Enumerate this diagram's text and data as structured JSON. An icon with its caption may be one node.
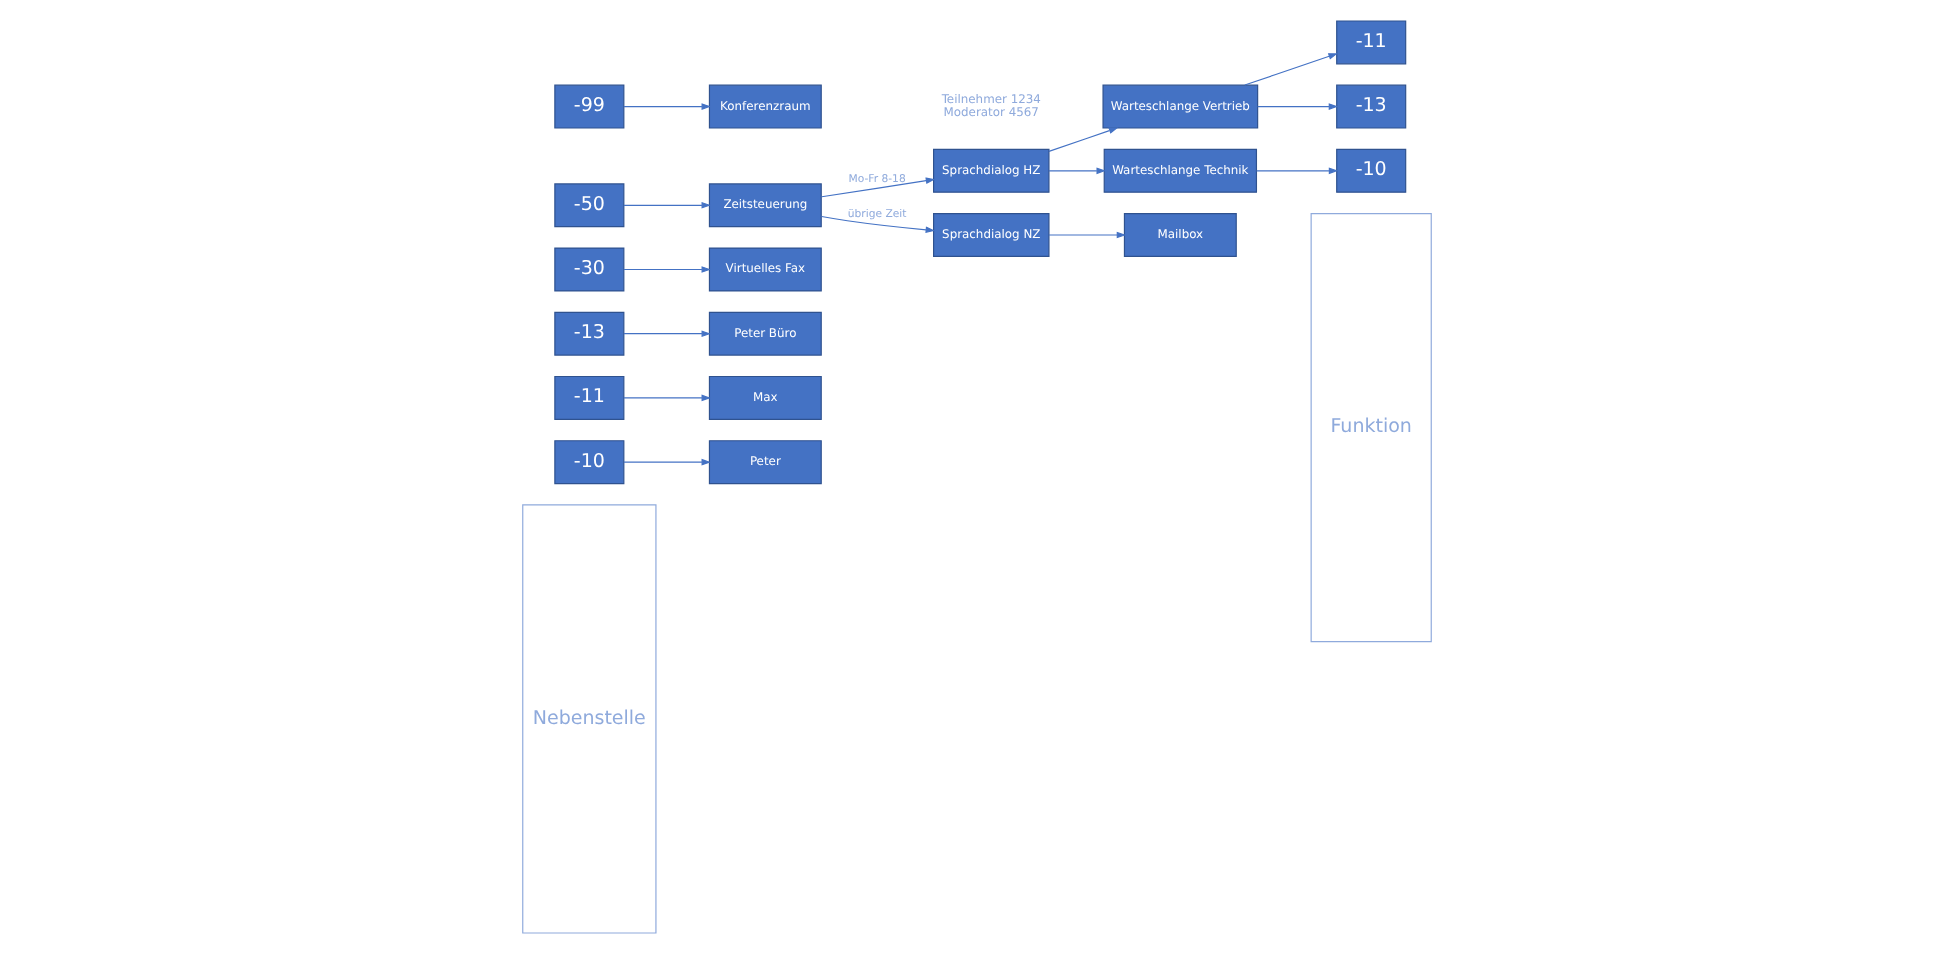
{
  "diagram": {
    "nodes": [
      {
        "text": [
          "Nebenstelle"
        ]
      },
      {
        "text": [
          "Funktion"
        ]
      },
      {
        "text": [
          "-10"
        ]
      },
      {
        "text": [
          "-11"
        ]
      },
      {
        "text": [
          "-13"
        ]
      },
      {
        "text": [
          "-30"
        ]
      },
      {
        "text": [
          "-50"
        ]
      },
      {
        "text": [
          "-99"
        ]
      },
      {
        "text": [
          "Zeitsteuerung"
        ]
      },
      {
        "text": [
          "Sprachdialog HZ"
        ]
      },
      {
        "text": [
          "Sprachdialog NZ"
        ]
      },
      {
        "text": [
          "Warteschlange Vertrieb"
        ]
      },
      {
        "text": [
          "Warteschlange Technik"
        ]
      },
      {
        "text": [
          "Peter"
        ]
      },
      {
        "text": [
          "Max"
        ]
      },
      {
        "text": [
          "Peter Büro"
        ]
      },
      {
        "text": [
          "Virtuelles Fax"
        ]
      },
      {
        "text": [
          "-11"
        ]
      },
      {
        "text": [
          "-13"
        ]
      },
      {
        "text": [
          "-10"
        ]
      },
      {
        "text": [
          "Mailbox"
        ]
      },
      {
        "text": [
          "Konferenzraum"
        ],
        "beside": [
          "Teilnehmer 1234",
          "Moderator 4567"
        ]
      }
    ],
    "edges": [
      {
        "from": 2,
        "to": 13,
        "arrow": "to"
      },
      {
        "from": 3,
        "to": 14,
        "arrow": "to"
      },
      {
        "from": 4,
        "to": 15,
        "arrow": "to"
      },
      {
        "from": 5,
        "to": 16,
        "arrow": "to"
      },
      {
        "from": 6,
        "to": 8,
        "arrow": "to"
      },
      {
        "from": 8,
        "to": 9,
        "arrow": "to",
        "label": "Mo-Fr 8-18"
      },
      {
        "from": 8,
        "to": 10,
        "arrow": "to",
        "label": "übrige Zeit"
      },
      {
        "from": 9,
        "to": 11,
        "arrow": "to"
      },
      {
        "from": 9,
        "to": 12,
        "arrow": "to"
      },
      {
        "from": 11,
        "to": 17,
        "arrow": "to"
      },
      {
        "from": 11,
        "to": 18,
        "arrow": "to"
      },
      {
        "from": 12,
        "to": 19,
        "arrow": "to"
      },
      {
        "from": 10,
        "to": 20,
        "arrow": "to"
      },
      {
        "from": 7,
        "to": 21,
        "arrow": "to"
      }
    ]
  }
}
